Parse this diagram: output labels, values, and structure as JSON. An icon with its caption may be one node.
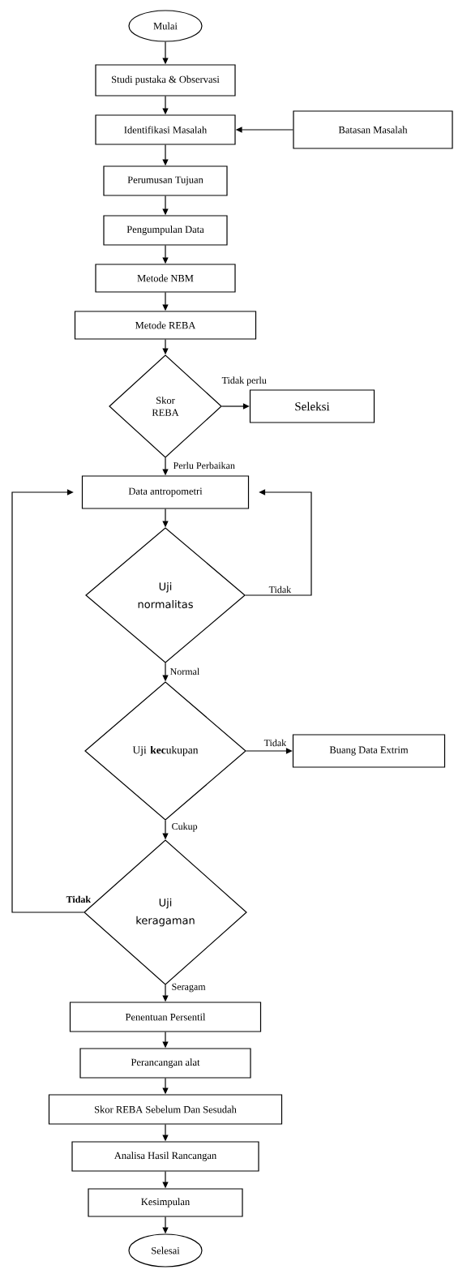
{
  "diagram": {
    "nodes": [
      {
        "text": [
          "Mulai"
        ]
      },
      {
        "text": [
          "Studi pustaka & Observasi"
        ]
      },
      {
        "text": [
          "Identifikasi Masalah"
        ]
      },
      {
        "text": [
          "Batasan Masalah"
        ]
      },
      {
        "text": [
          "Perumusan Tujuan"
        ]
      },
      {
        "text": [
          "Pengumpulan Data"
        ]
      },
      {
        "text": [
          "Metode NBM"
        ]
      },
      {
        "text": [
          "Metode REBA"
        ]
      },
      {
        "text": [
          "Skor REBA"
        ]
      },
      {
        "text": [
          "Seleksi"
        ]
      },
      {
        "text": [
          "Data antropometri"
        ]
      },
      {
        "text": [
          "Uji normalitas"
        ]
      },
      {
        "text": [
          "Uji **kec**ukupan"
        ]
      },
      {
        "text": [
          "Buang Data Extrim"
        ]
      },
      {
        "text": [
          "Uji keragaman"
        ]
      },
      {
        "text": [
          "Penentuan Persentil"
        ]
      },
      {
        "text": [
          "Perancangan alat"
        ]
      },
      {
        "text": [
          "Skor REBA Sebelum Dan Sesudah"
        ]
      },
      {
        "text": [
          "Analisa Hasil Rancangan"
        ]
      },
      {
        "text": [
          "Kesimpulan"
        ]
      },
      {
        "text": [
          "Selesai"
        ]
      }
    ],
    "edges": [
      {
        "from": 0,
        "to": 1,
        "arrow": "to"
      },
      {
        "from": 1,
        "to": 2,
        "arrow": "to"
      },
      {
        "from": 3,
        "to": 2,
        "arrow": "to"
      },
      {
        "from": 2,
        "to": 4,
        "arrow": "to"
      },
      {
        "from": 4,
        "to": 5,
        "arrow": "to"
      },
      {
        "from": 5,
        "to": 6,
        "arrow": "to"
      },
      {
        "from": 6,
        "to": 7,
        "arrow": "to"
      },
      {
        "from": 7,
        "to": 8,
        "arrow": "to"
      },
      {
        "from": 8,
        "to": 9,
        "arrow": "to",
        "label": "Tidak perlu"
      },
      {
        "from": 8,
        "to": 10,
        "arrow": "to",
        "label": "Perlu Perbaikan"
      },
      {
        "from": 10,
        "to": 11,
        "arrow": "to"
      },
      {
        "from": 11,
        "to": 10,
        "arrow": "to",
        "label": "Tidak"
      },
      {
        "from": 11,
        "to": 12,
        "arrow": "to",
        "label": "Normal"
      },
      {
        "from": 12,
        "to": 13,
        "arrow": "to",
        "label": "Tidak"
      },
      {
        "from": 12,
        "to": 14,
        "arrow": "to",
        "label": "Cukup"
      },
      {
        "from": 14,
        "to": 10,
        "arrow": "to",
        "label": "Tidak"
      },
      {
        "from": 14,
        "to": 15,
        "arrow": "to",
        "label": "Seragam"
      },
      {
        "from": 15,
        "to": 16,
        "arrow": "to"
      },
      {
        "from": 16,
        "to": 17,
        "arrow": "to"
      },
      {
        "from": 17,
        "to": 18,
        "arrow": "to"
      },
      {
        "from": 18,
        "to": 19,
        "arrow": "to"
      },
      {
        "from": 19,
        "to": 20,
        "arrow": "to"
      }
    ]
  }
}
